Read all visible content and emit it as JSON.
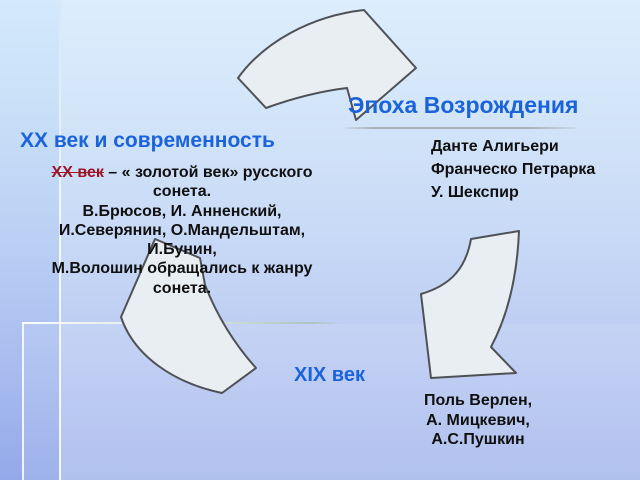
{
  "colors": {
    "heading_blue": "#1a63da",
    "highlight_red": "#9b1428",
    "body_text": "#101010",
    "arrow_fill": "#e9eef3",
    "arrow_stroke": "#4e5156",
    "background_top": "#d4e9fc",
    "background_bottom": "#93a9e9"
  },
  "renaissance": {
    "title": "Эпоха Возрождения",
    "authors": [
      "Данте Алигьери",
      "Франческо Петрарка",
      "У. Шекспир"
    ]
  },
  "xx_century": {
    "title": "XX век и современность",
    "highlight": "XX век",
    "line1_rest": " – « золотой век» русского",
    "lines": [
      "сонета.",
      "В.Брюсов, И. Анненский,",
      "И.Северянин, О.Мандельштам,",
      "И.Бунин,",
      "М.Волошин обращались к жанру",
      "сонета."
    ]
  },
  "xix_century": {
    "title": "XIX век",
    "authors": [
      "Поль Верлен,",
      "А. Мицкевич,",
      "А.С.Пушкин"
    ]
  },
  "diagram": {
    "arrows": [
      {
        "name": "curved-arrow-top",
        "direction": "points right toward Эпоха Возрождения"
      },
      {
        "name": "curved-arrow-bottom-right",
        "direction": "points down-left toward XIX век"
      },
      {
        "name": "curved-arrow-bottom-left",
        "direction": "points up-left toward XX век"
      }
    ]
  }
}
